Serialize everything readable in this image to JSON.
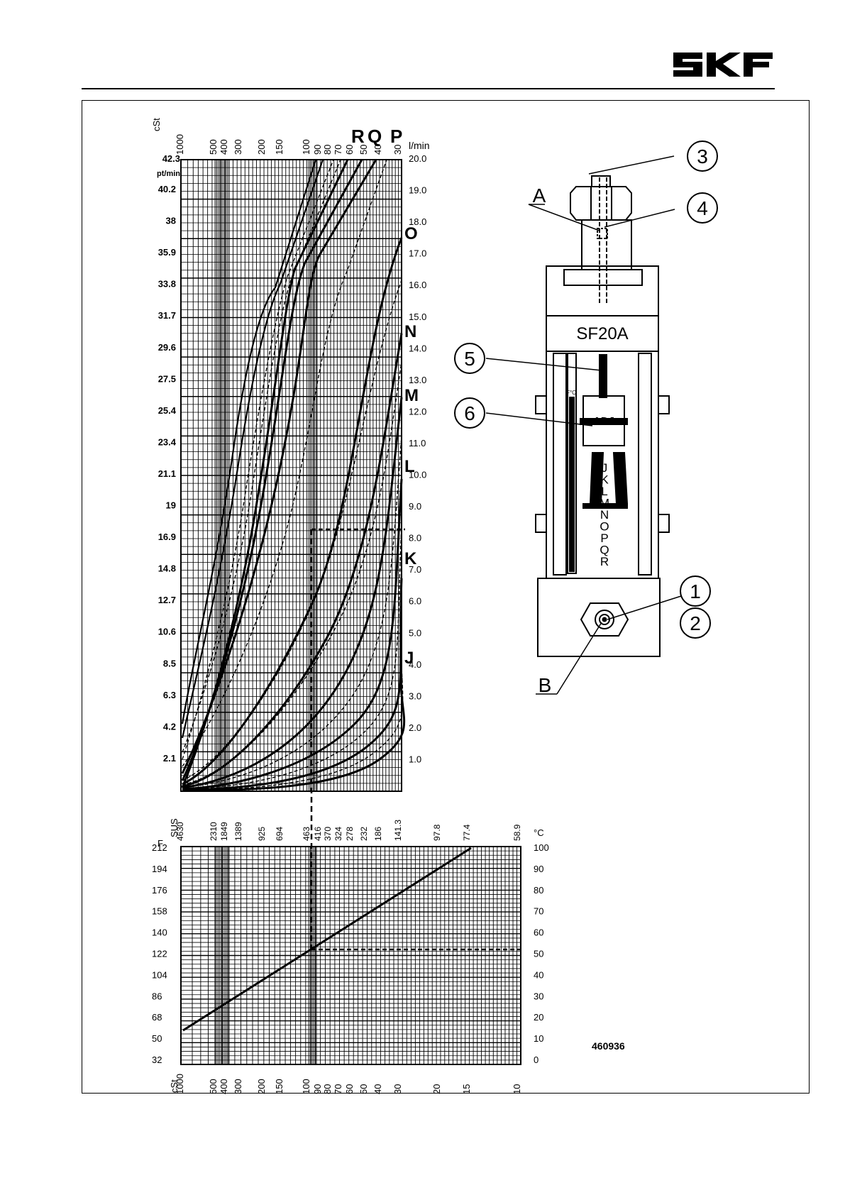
{
  "brand": "SKF",
  "doc_number": "460936",
  "flow_chart": {
    "cst_label": "cSt",
    "cst_ticks": [
      "1000",
      "500",
      "400",
      "300",
      "200",
      "150",
      "100",
      "90",
      "80",
      "70",
      "60",
      "50",
      "40",
      "30"
    ],
    "left_unit": "pt/min",
    "left_top": "42.3",
    "left_ticks": [
      "40.2",
      "38",
      "35.9",
      "33.8",
      "31.7",
      "29.6",
      "27.5",
      "25.4",
      "23.4",
      "21.1",
      "19",
      "16.9",
      "14.8",
      "12.7",
      "10.6",
      "8.5",
      "6.3",
      "4.2",
      "2.1"
    ],
    "right_unit": "l/min",
    "right_ticks": [
      "20.0",
      "19.0",
      "18.0",
      "17.0",
      "16.0",
      "15.0",
      "14.0",
      "13.0",
      "12.0",
      "11.0",
      "10.0",
      "9.0",
      "8.0",
      "7.0",
      "6.0",
      "5.0",
      "4.0",
      "3.0",
      "2.0",
      "1.0"
    ],
    "curve_letters": [
      "R",
      "Q",
      "P",
      "O",
      "N",
      "M",
      "L",
      "K",
      "J"
    ]
  },
  "temp_chart": {
    "sus_label": "SUS",
    "sus_ticks": [
      "4630",
      "2310",
      "1849",
      "1389",
      "925",
      "694",
      "463",
      "416",
      "370",
      "324",
      "278",
      "232",
      "186",
      "141.3",
      "97.8",
      "77.4",
      "58.9"
    ],
    "f_label": "F",
    "f_ticks": [
      "212",
      "194",
      "176",
      "158",
      "140",
      "122",
      "104",
      "86",
      "68",
      "50",
      "32"
    ],
    "c_label": "°C",
    "c_ticks": [
      "100",
      "90",
      "80",
      "70",
      "60",
      "50",
      "40",
      "30",
      "20",
      "10",
      "0"
    ],
    "cst_label": "cSt",
    "cst_ticks": [
      "1000",
      "500",
      "400",
      "300",
      "200",
      "150",
      "100",
      "90",
      "80",
      "70",
      "60",
      "50",
      "40",
      "30",
      "20",
      "15",
      "10"
    ]
  },
  "device": {
    "model": "SF20A",
    "adj": "ADJ",
    "scale_letters": [
      "J",
      "K",
      "L",
      "M",
      "N",
      "O",
      "P",
      "Q",
      "R"
    ],
    "scale_unit": "F°C",
    "callouts": [
      "1",
      "2",
      "3",
      "4",
      "5",
      "6"
    ],
    "label_a": "A",
    "label_b": "B"
  }
}
